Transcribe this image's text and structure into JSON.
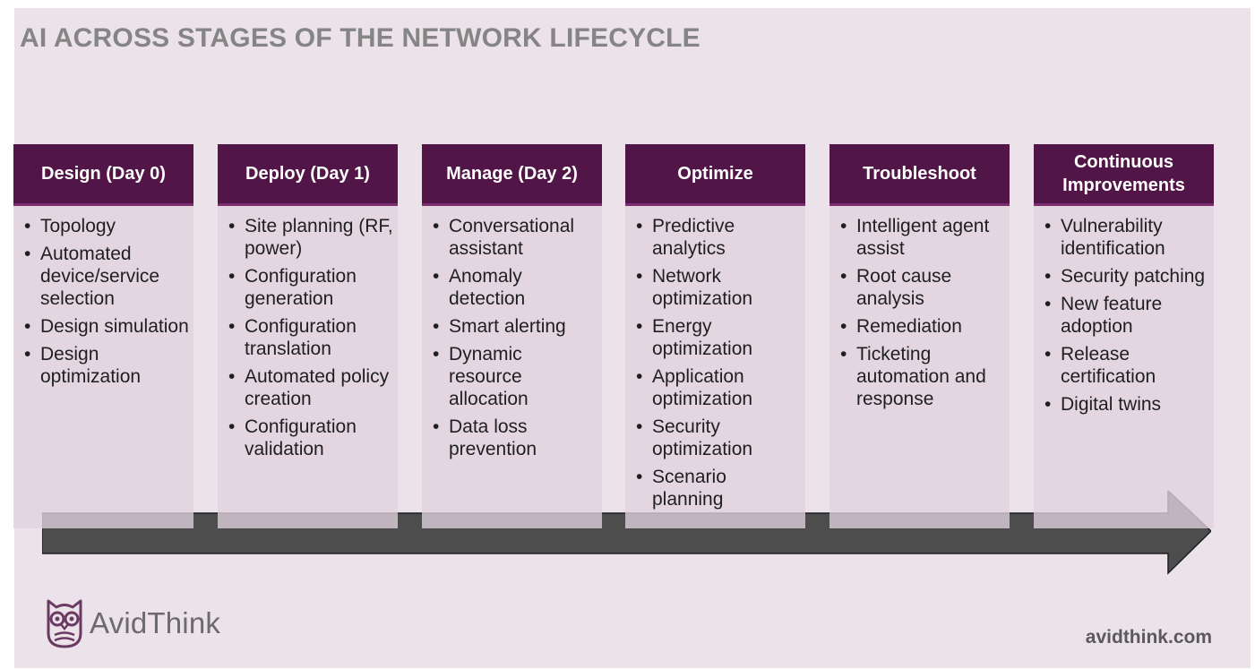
{
  "title": "AI ACROSS STAGES OF THE NETWORK LIFECYCLE",
  "stages": [
    {
      "header": "Design (Day 0)",
      "items": [
        "Topology",
        "Automated device/service selection",
        "Design simulation",
        "Design optimization"
      ]
    },
    {
      "header": "Deploy (Day 1)",
      "items": [
        "Site planning (RF, power)",
        "Configuration generation",
        "Configuration translation",
        "Automated policy creation",
        "Configuration validation"
      ]
    },
    {
      "header": "Manage (Day 2)",
      "items": [
        "Conversational assistant",
        "Anomaly detection",
        "Smart alerting",
        "Dynamic resource allocation",
        "Data loss prevention"
      ]
    },
    {
      "header": "Optimize",
      "items": [
        "Predictive analytics",
        "Network optimization",
        "Energy optimization",
        "Application optimization",
        "Security optimization",
        "Scenario planning"
      ]
    },
    {
      "header": "Troubleshoot",
      "items": [
        "Intelligent agent assist",
        "Root cause analysis",
        "Remediation",
        "Ticketing automation and response"
      ]
    },
    {
      "header": "Continuous Improvements",
      "items": [
        "Vulnerability identification",
        "Security patching",
        "New feature adoption",
        "Release certification",
        "Digital twins"
      ]
    }
  ],
  "brand": {
    "name": "AvidThink",
    "logo_icon": "owl-icon",
    "website": "avidthink.com"
  },
  "colors": {
    "header_bg": "#521547",
    "panel_bg": "#e0d2de",
    "arrow": "#4d4d4d",
    "background": "#ebe2ea"
  }
}
